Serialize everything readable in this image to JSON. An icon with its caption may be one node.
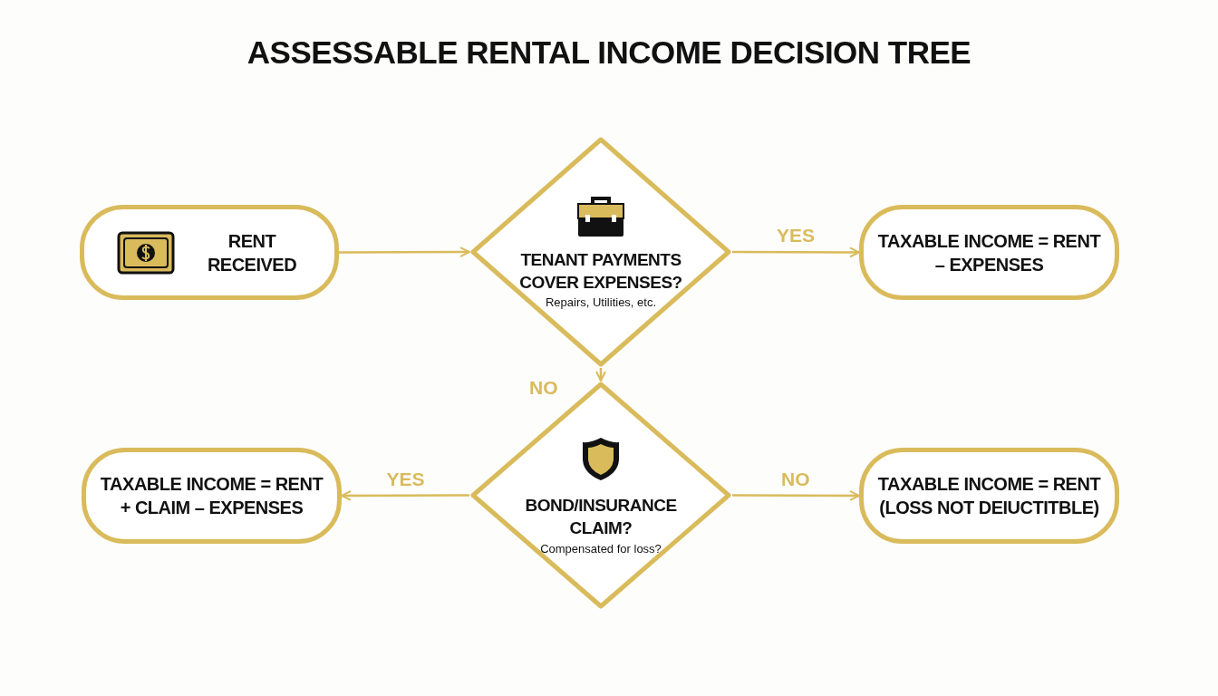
{
  "diagram": {
    "title": "ASSESSABLE RENTAL INCOME DECISION TREE",
    "nodes": [
      {
        "text": [
          "RENT RECEIVED"
        ]
      },
      {
        "text": [
          "TENANT PAYMENTS COVER EXPENSES?",
          "Repairs, Utilities, etc."
        ]
      },
      {
        "text": [
          "TAXABLE INCOME = RENT – EXPENSES"
        ]
      },
      {
        "text": [
          "BOND/INSURANCE CLAIM?",
          "Compensated for loss?"
        ]
      },
      {
        "text": [
          "TAXABLE INCOME = RENT + CLAIM – EXPENSES"
        ]
      },
      {
        "text": [
          "TAXABLE INCOME = RENT (LOSS NOT DEIUCTITBLE)"
        ]
      }
    ],
    "edges": [
      {
        "from": 0,
        "to": 1,
        "arrow": "to"
      },
      {
        "from": 1,
        "to": 2,
        "arrow": "to",
        "label": "YES"
      },
      {
        "from": 1,
        "to": 3,
        "arrow": "to",
        "label": "NO"
      },
      {
        "from": 3,
        "to": 4,
        "arrow": "to",
        "label": "YES"
      },
      {
        "from": 3,
        "to": 5,
        "arrow": "to",
        "label": "NO"
      }
    ]
  }
}
